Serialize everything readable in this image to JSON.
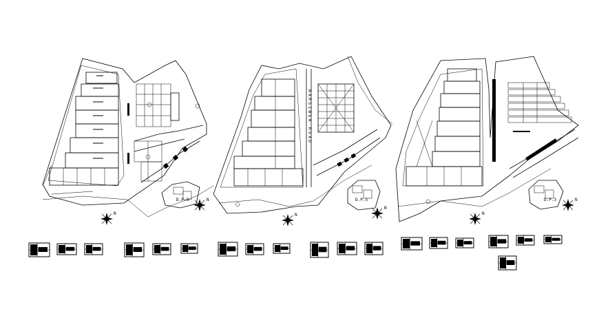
{
  "drawing": {
    "road_label": "NARSINGH ROAD",
    "block_labels": [
      "D.P.3",
      "D.P.5",
      "D.P.3"
    ],
    "compass_labels": [
      "N",
      "N",
      "N",
      "N",
      "N",
      "N"
    ]
  }
}
